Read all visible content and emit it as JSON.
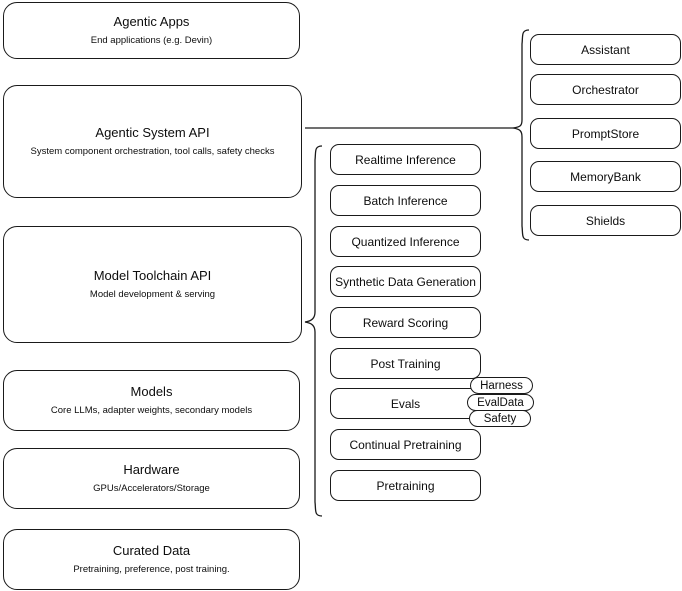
{
  "diagram": {
    "title": "AI stack layered architecture diagram",
    "stroke_color": "#1a1a1a",
    "background_color": "#ffffff"
  },
  "layers": [
    {
      "name": "agentic-apps",
      "title": "Agentic Apps",
      "subtitle": "End applications (e.g. Devin)"
    },
    {
      "name": "agentic-system-api",
      "title": "Agentic System API",
      "subtitle": "System component orchestration, tool calls, safety checks"
    },
    {
      "name": "model-toolchain-api",
      "title": "Model Toolchain API",
      "subtitle": "Model development & serving"
    },
    {
      "name": "models",
      "title": "Models",
      "subtitle": "Core LLMs, adapter weights, secondary models"
    },
    {
      "name": "hardware",
      "title": "Hardware",
      "subtitle": "GPUs/Accelerators/Storage"
    },
    {
      "name": "curated-data",
      "title": "Curated Data",
      "subtitle": "Pretraining, preference, post training."
    }
  ],
  "toolchain_capabilities": [
    {
      "label": "Realtime Inference"
    },
    {
      "label": "Batch Inference"
    },
    {
      "label": "Quantized Inference"
    },
    {
      "label": "Synthetic Data Generation"
    },
    {
      "label": "Reward Scoring"
    },
    {
      "label": "Post Training"
    },
    {
      "label": "Evals"
    },
    {
      "label": "Continual Pretraining"
    },
    {
      "label": "Pretraining"
    }
  ],
  "system_components": [
    {
      "label": "Assistant"
    },
    {
      "label": "Orchestrator"
    },
    {
      "label": "PromptStore"
    },
    {
      "label": "MemoryBank"
    },
    {
      "label": "Shields"
    }
  ],
  "evals_tags": [
    {
      "label": "Harness"
    },
    {
      "label": "EvalData"
    },
    {
      "label": "Safety"
    }
  ]
}
